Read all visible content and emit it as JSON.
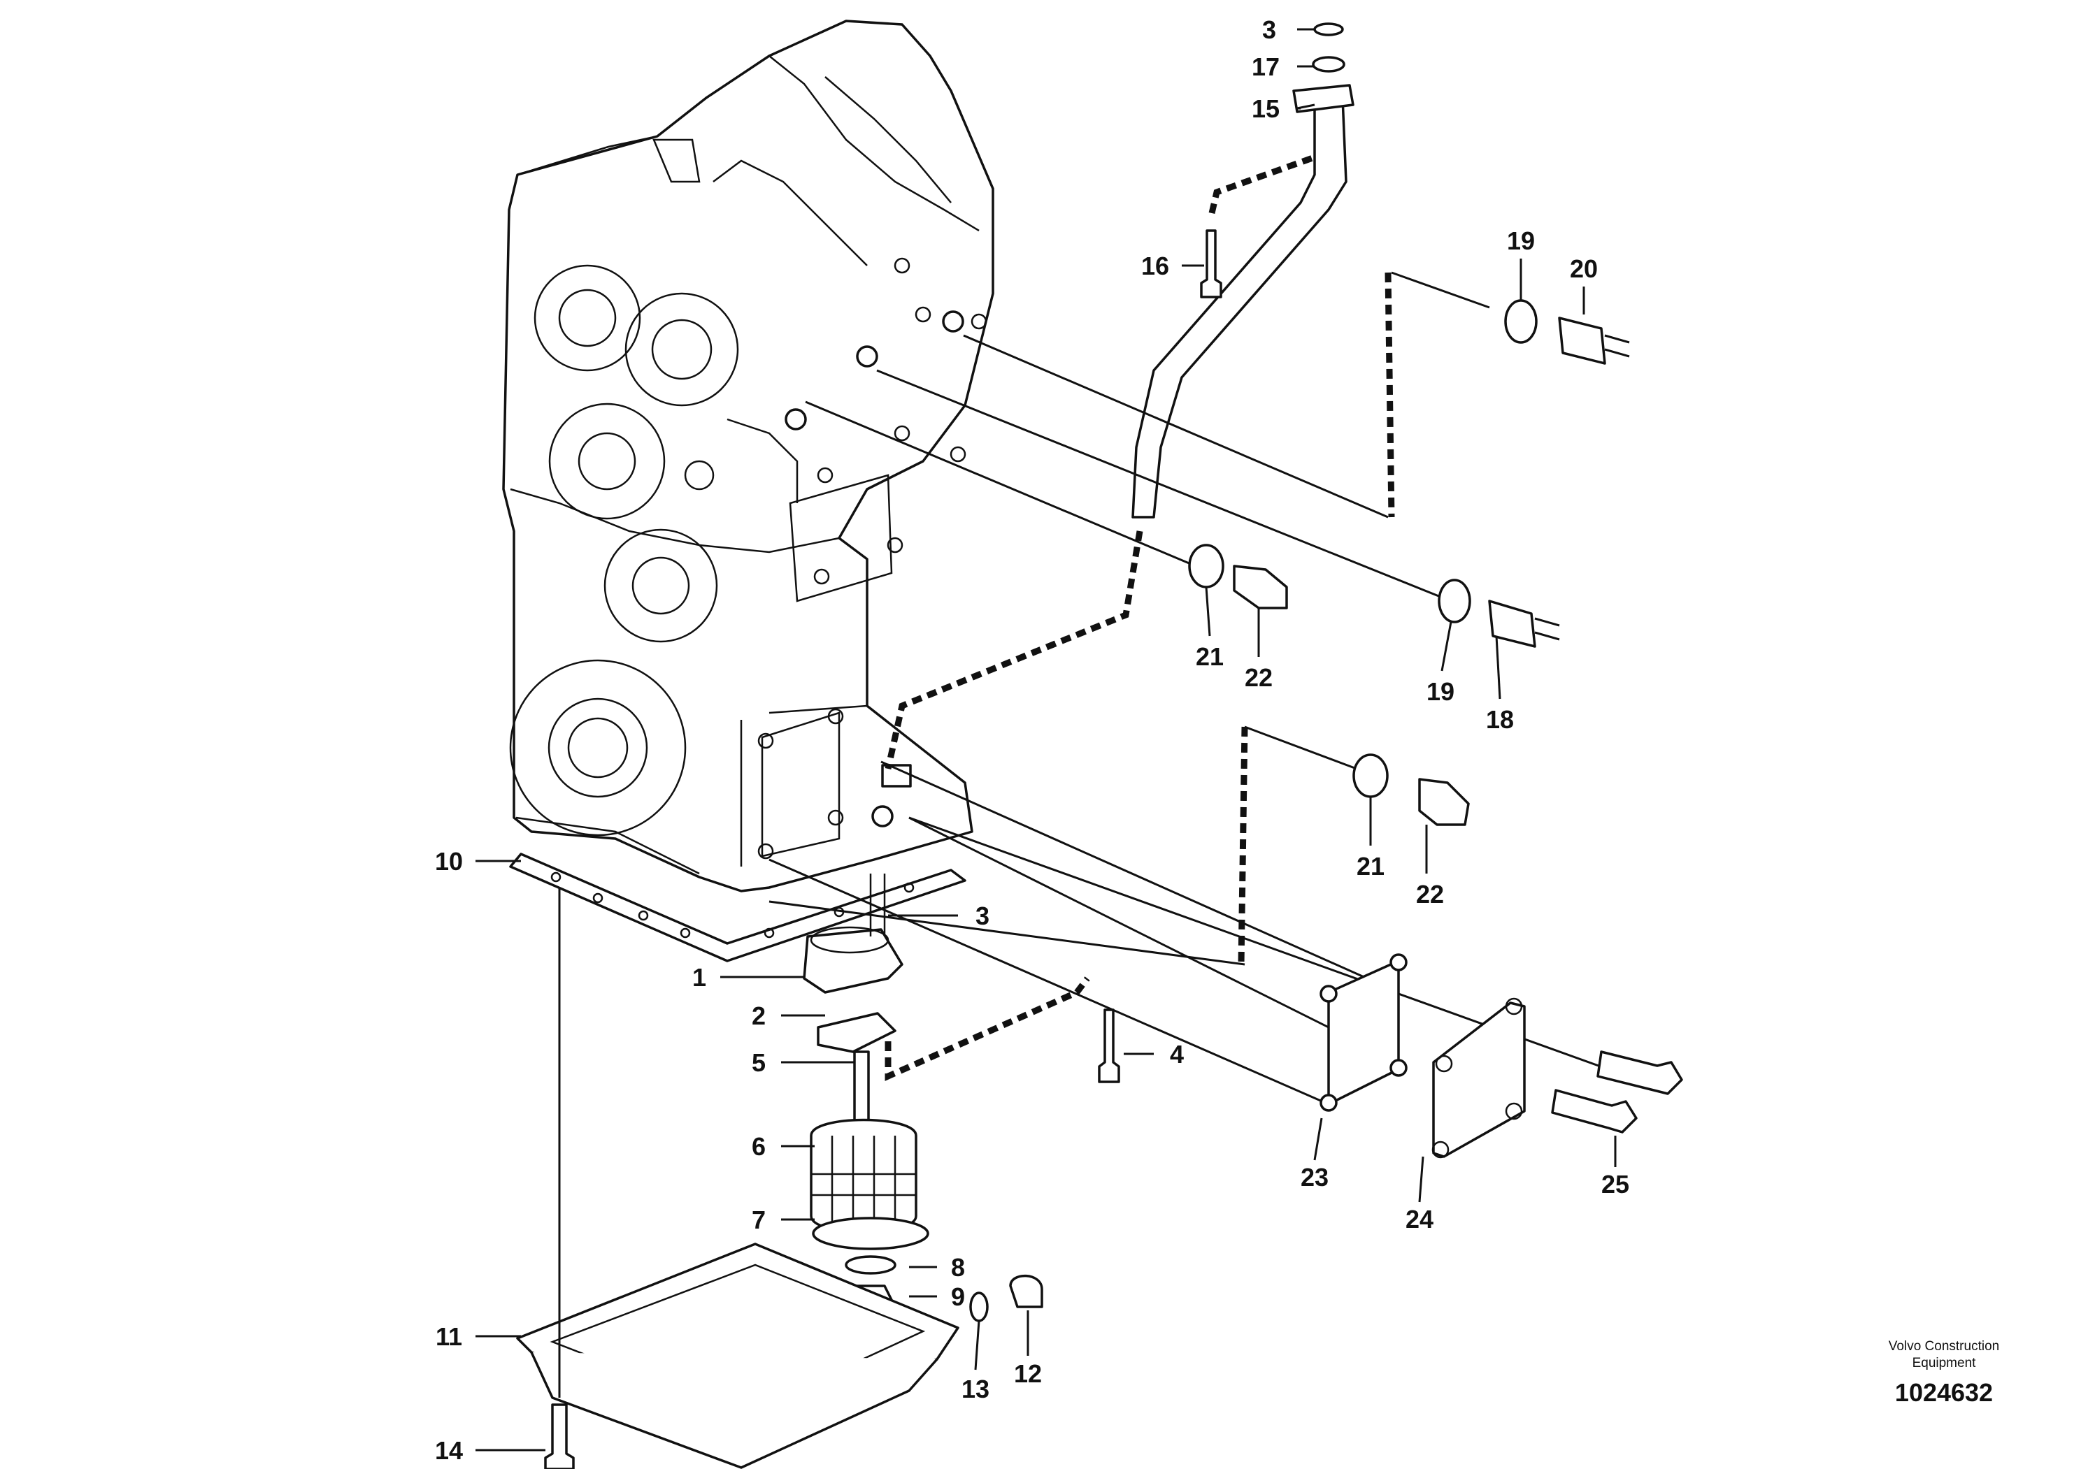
{
  "callouts": {
    "c3_top": "3",
    "c17": "17",
    "c15": "15",
    "c16": "16",
    "c19_top": "19",
    "c20": "20",
    "c21_a": "21",
    "c22_a": "22",
    "c19_b": "19",
    "c18": "18",
    "c21_b": "21",
    "c22_b": "22",
    "c10": "10",
    "c3_mid": "3",
    "c1": "1",
    "c2": "2",
    "c4": "4",
    "c5": "5",
    "c6": "6",
    "c7": "7",
    "c8": "8",
    "c9": "9",
    "c23": "23",
    "c24": "24",
    "c25": "25",
    "c11": "11",
    "c12": "12",
    "c13": "13",
    "c14": "14"
  },
  "footer": {
    "brand_line1": "Volvo Construction",
    "brand_line2": "Equipment",
    "document_number": "1024632"
  }
}
